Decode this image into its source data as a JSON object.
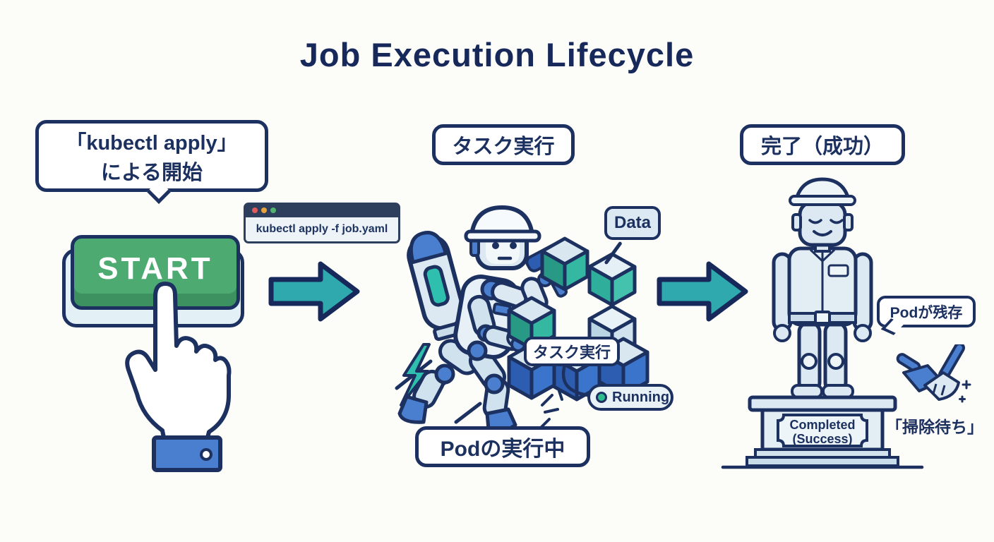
{
  "title": "Job Execution Lifecycle",
  "stage_start": {
    "bubble_line1": "「kubectl apply」",
    "bubble_line2": "による開始",
    "button_label": "START",
    "terminal_command": "kubectl apply -f job.yaml"
  },
  "stage_running": {
    "top_label": "タスク実行",
    "data_label": "Data",
    "block_label": "タスク実行",
    "status_label": "Running",
    "bottom_label": "Podの実行中"
  },
  "stage_completed": {
    "top_label": "完了（成功）",
    "plaque_line1": "Completed",
    "plaque_line2": "(Success)",
    "bubble_label": "Podが残存",
    "cleanup_label": "「掃除待ち」"
  },
  "colors": {
    "navy_outline": "#1c3160",
    "title_navy": "#16295a",
    "arrow_teal": "#2fa9ad",
    "button_green": "#4dab72",
    "button_green_dark": "#3d9161",
    "accent_blue": "#4a7fd0",
    "block_blue": "#3b74cb",
    "block_teal": "#35b8a2",
    "light_steel": "#dce9f2",
    "running_dot_green": "#2fbd8f",
    "terminal_bar": "#2e3f5e"
  },
  "terminal_dot_colors": [
    "#e15b5b",
    "#e8a33d",
    "#50b46e"
  ],
  "icons": [
    "start-button",
    "pointing-hand-icon",
    "terminal-window-icon",
    "flow-arrow-icon",
    "robot-builder-illustration",
    "data-blocks-illustration",
    "status-dot-icon",
    "worker-statue-illustration",
    "broom-dustpan-icon"
  ]
}
